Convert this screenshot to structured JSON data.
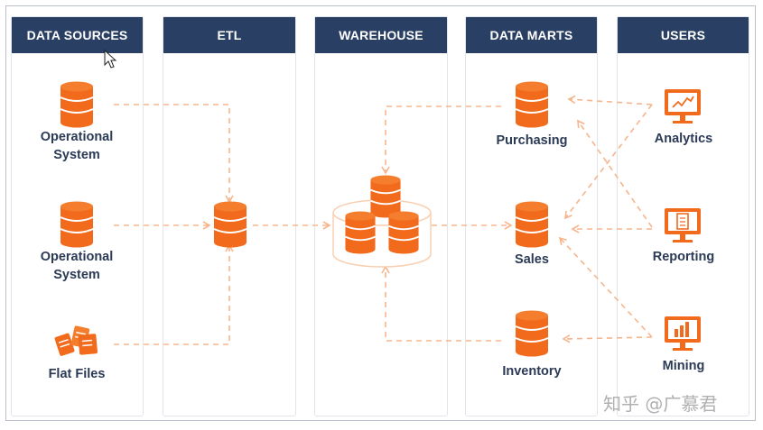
{
  "columns": [
    {
      "title": "DATA SOURCES"
    },
    {
      "title": "ETL"
    },
    {
      "title": "WAREHOUSE"
    },
    {
      "title": "DATA MARTS"
    },
    {
      "title": "USERS"
    }
  ],
  "sources": [
    {
      "label": "Operational\nSystem",
      "icon": "database-icon"
    },
    {
      "label": "Operational\nSystem",
      "icon": "database-icon"
    },
    {
      "label": "Flat Files",
      "icon": "flat-files-icon"
    }
  ],
  "marts": [
    {
      "label": "Purchasing"
    },
    {
      "label": "Sales"
    },
    {
      "label": "Inventory"
    }
  ],
  "users": [
    {
      "label": "Analytics",
      "icon": "analytics-monitor-icon"
    },
    {
      "label": "Reporting",
      "icon": "report-monitor-icon"
    },
    {
      "label": "Mining",
      "icon": "mining-monitor-icon"
    }
  ],
  "watermark": "知乎 @广慕君",
  "colors": {
    "header": "#2a3f64",
    "accent": "#f26b1d",
    "arrow": "#f6b58c",
    "text": "#2b3a55"
  }
}
